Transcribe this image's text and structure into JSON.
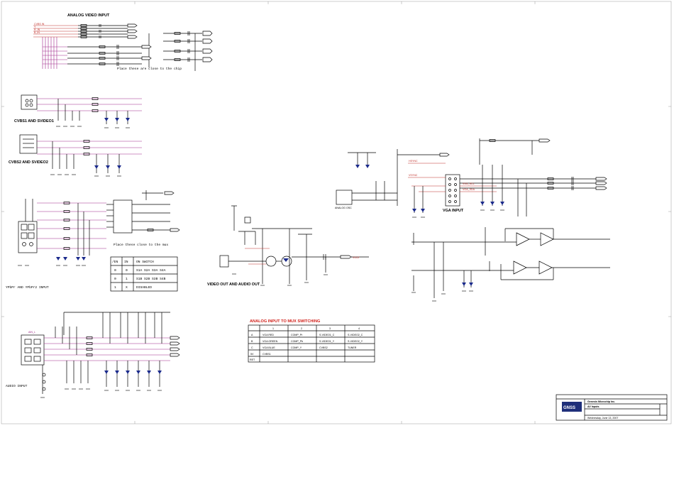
{
  "sheet": {
    "blocks": {
      "analog_video_input": "ANALOG VIDEO INPUT",
      "cvbs1_svideo1": "CVBS1 AND SVIDEO1",
      "cvbs2_svideo2": "CVBS2 AND SVIDEO2",
      "ypbpr_input": "YPbPr AND YPbPr2 INPUT",
      "video_audio_out": "VIDEO OUT AND AUDIO OUT",
      "vga_input": "VGA INPUT",
      "audio_input": "AUDIO INPUT"
    },
    "notes": {
      "place_close_chip": "Place these are close to the chip",
      "place_close_mux": "Place these close to the mux",
      "analog_osc": "ANALOG OSC"
    },
    "nets": {
      "cvbs_in": "CVBS IN",
      "y_in": "Y",
      "r_in": "R_IN",
      "b_in": "B_IN",
      "hsync": "HSYNC",
      "vsync": "VSYNC",
      "vga_scl": "VGA_SCL",
      "vga_sda": "VGA_SDA",
      "vout": "VOUT",
      "ain_l": "AIN_L"
    },
    "mux_truth_table": {
      "headers": [
        "/EN",
        "IN",
        "ON SWITCH"
      ],
      "rows": [
        [
          "0",
          "0",
          "S1A S2A S3A S4A"
        ],
        [
          "0",
          "1",
          "S1B S2B S3B S4B"
        ],
        [
          "1",
          "X",
          "DISABLED"
        ]
      ]
    },
    "switching_table": {
      "title": "ANALOG INPUT TO MUX SWITCHING",
      "columns": [
        "1",
        "2",
        "3",
        "4"
      ],
      "rows": [
        {
          "label": "A",
          "cells": [
            "VGA RED",
            "COMP_Pr",
            "S-VIDEO1_C",
            "S-VIDEO2_C"
          ]
        },
        {
          "label": "B",
          "cells": [
            "VGA GREEN",
            "COMP_Pb",
            "S-VIDEO1_Y",
            "S-VIDEO2_Y"
          ]
        },
        {
          "label": "C",
          "cells": [
            "VGA BLUE",
            "COMP_Y",
            "CVBS2",
            "TUNER"
          ]
        },
        {
          "label": "5V",
          "cells": [
            "CVBS1",
            "",
            "",
            ""
          ]
        },
        {
          "label": "RET",
          "cells": [
            "",
            "",
            "",
            ""
          ]
        }
      ]
    },
    "title_block": {
      "company": "Genesis Microchip Inc.",
      "title": "AV Inputs",
      "date": "Wednesday, June 13, 2007"
    },
    "colors": {
      "wire": "#000000",
      "net_red": "#c0302a",
      "net_magenta": "#a0288a",
      "table_title": "#d0201a",
      "green": "#1a9a1a",
      "blue": "#1a3ab0",
      "teal": "#1a8a9a",
      "purple": "#8a2aa0",
      "diode": "#1b2a8c"
    }
  }
}
